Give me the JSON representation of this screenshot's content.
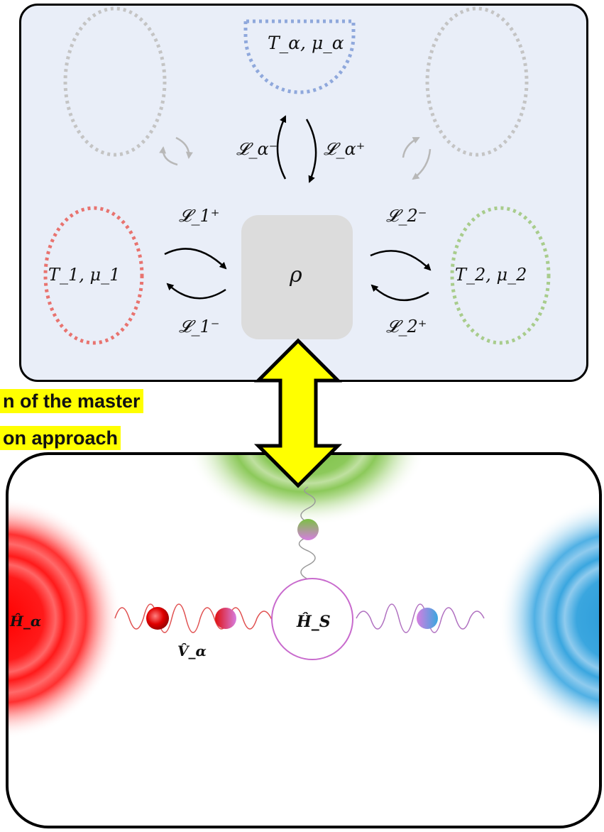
{
  "top_panel": {
    "reservoir_alpha": "T_α, μ_α",
    "reservoir_1": "T_1, μ_1",
    "reservoir_2": "T_2, μ_2",
    "system": "ρ",
    "L_alpha_minus": "𝓛_α⁻",
    "L_alpha_plus": "𝓛_α⁺",
    "L1_plus": "𝓛_1⁺",
    "L1_minus": "𝓛_1⁻",
    "L2_minus": "𝓛_2⁻",
    "L2_plus": "𝓛_2⁺"
  },
  "caption": {
    "line1": "n of the master",
    "line2": "on approach"
  },
  "bottom_panel": {
    "H_alpha": "Ĥ_α",
    "H_S": "Ĥ_S",
    "V_alpha": "V̂_α"
  },
  "colors": {
    "reservoir_1": "#e8736f",
    "reservoir_2": "#a8cc8c",
    "reservoir_alpha": "#8fa8dc",
    "faded": "#c4c4c4",
    "highlight": "#ffff00",
    "double_arrow": "#ffff00"
  }
}
